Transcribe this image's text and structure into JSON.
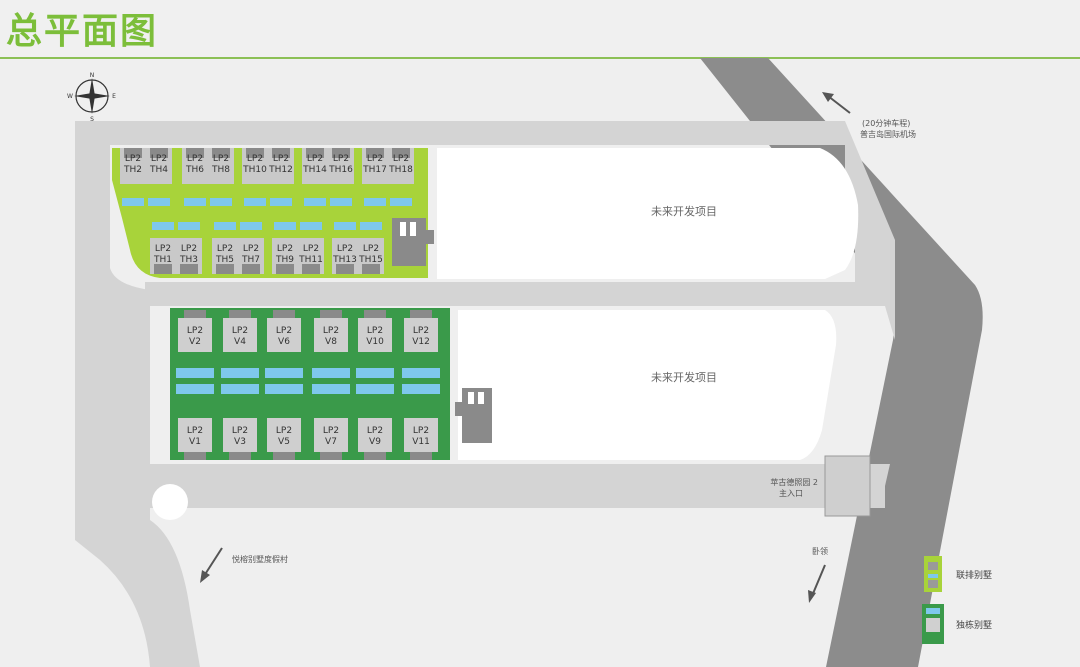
{
  "page_title": "总平面图",
  "compass": {
    "n": "N",
    "s": "S",
    "w": "W",
    "e": "E"
  },
  "map_labels": {
    "future_dev": "未来开发项目",
    "airport_line1": "(20分钟车程)",
    "airport_line2": "普吉岛国际机场",
    "entrance_line1": "苹古德照园 2",
    "entrance_line2": "主入口",
    "resort": "悦榕别墅度假村",
    "beach": "卧领"
  },
  "townhouses_top": [
    {
      "l1": "LP2",
      "l2": "TH2"
    },
    {
      "l1": "LP2",
      "l2": "TH4"
    },
    {
      "l1": "LP2",
      "l2": "TH6"
    },
    {
      "l1": "LP2",
      "l2": "TH8"
    },
    {
      "l1": "LP2",
      "l2": "TH10"
    },
    {
      "l1": "LP2",
      "l2": "TH12"
    },
    {
      "l1": "LP2",
      "l2": "TH14"
    },
    {
      "l1": "LP2",
      "l2": "TH16"
    },
    {
      "l1": "LP2",
      "l2": "TH17"
    },
    {
      "l1": "LP2",
      "l2": "TH18"
    }
  ],
  "townhouses_bottom": [
    {
      "l1": "LP2",
      "l2": "TH1"
    },
    {
      "l1": "LP2",
      "l2": "TH3"
    },
    {
      "l1": "LP2",
      "l2": "TH5"
    },
    {
      "l1": "LP2",
      "l2": "TH7"
    },
    {
      "l1": "LP2",
      "l2": "TH9"
    },
    {
      "l1": "LP2",
      "l2": "TH11"
    },
    {
      "l1": "LP2",
      "l2": "TH13"
    },
    {
      "l1": "LP2",
      "l2": "TH15"
    }
  ],
  "villas_top": [
    {
      "l1": "LP2",
      "l2": "V2"
    },
    {
      "l1": "LP2",
      "l2": "V4"
    },
    {
      "l1": "LP2",
      "l2": "V6"
    },
    {
      "l1": "LP2",
      "l2": "V8"
    },
    {
      "l1": "LP2",
      "l2": "V10"
    },
    {
      "l1": "LP2",
      "l2": "V12"
    }
  ],
  "villas_bottom": [
    {
      "l1": "LP2",
      "l2": "V1"
    },
    {
      "l1": "LP2",
      "l2": "V3"
    },
    {
      "l1": "LP2",
      "l2": "V5"
    },
    {
      "l1": "LP2",
      "l2": "V7"
    },
    {
      "l1": "LP2",
      "l2": "V9"
    },
    {
      "l1": "LP2",
      "l2": "V11"
    }
  ],
  "legend": [
    {
      "label": "联排别墅",
      "color": "#a8d33a"
    },
    {
      "label": "独栋别墅",
      "color": "#3a9a4a"
    }
  ],
  "colors": {
    "townhouse_green": "#a8d33a",
    "villa_green": "#3a9a4a",
    "road": "#d4d4d4",
    "highway": "#8c8c8c",
    "pool": "#7ec8ec",
    "title_green": "#7cbe3a"
  }
}
